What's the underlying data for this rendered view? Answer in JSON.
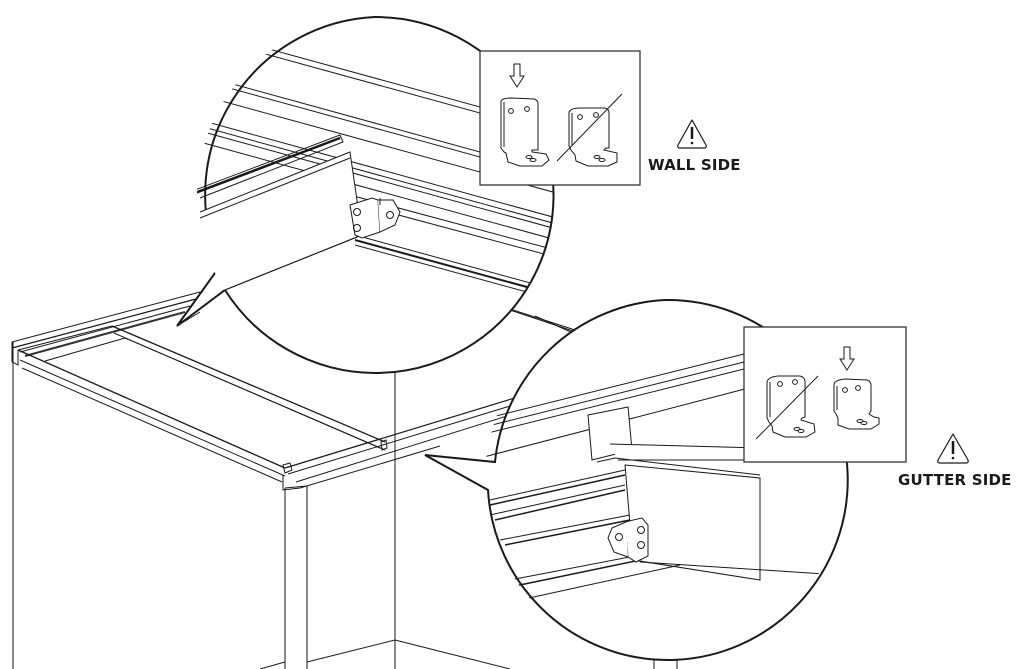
{
  "diagram": {
    "type": "assembly-instruction",
    "subject": "Pergola roof rafter bracket orientation",
    "stroke_color": "#1a1a1a",
    "background_color": "#ffffff"
  },
  "callouts": [
    {
      "id": "wall-side",
      "label": "WALL SIDE",
      "icon": "warning-triangle-icon",
      "inset": {
        "correct_bracket": "left",
        "incorrect_bracket": "right",
        "arrow": "down-arrow-icon"
      }
    },
    {
      "id": "gutter-side",
      "label": "GUTTER SIDE",
      "icon": "warning-triangle-icon",
      "inset": {
        "correct_bracket": "right",
        "incorrect_bracket": "left",
        "arrow": "down-arrow-icon"
      }
    }
  ]
}
